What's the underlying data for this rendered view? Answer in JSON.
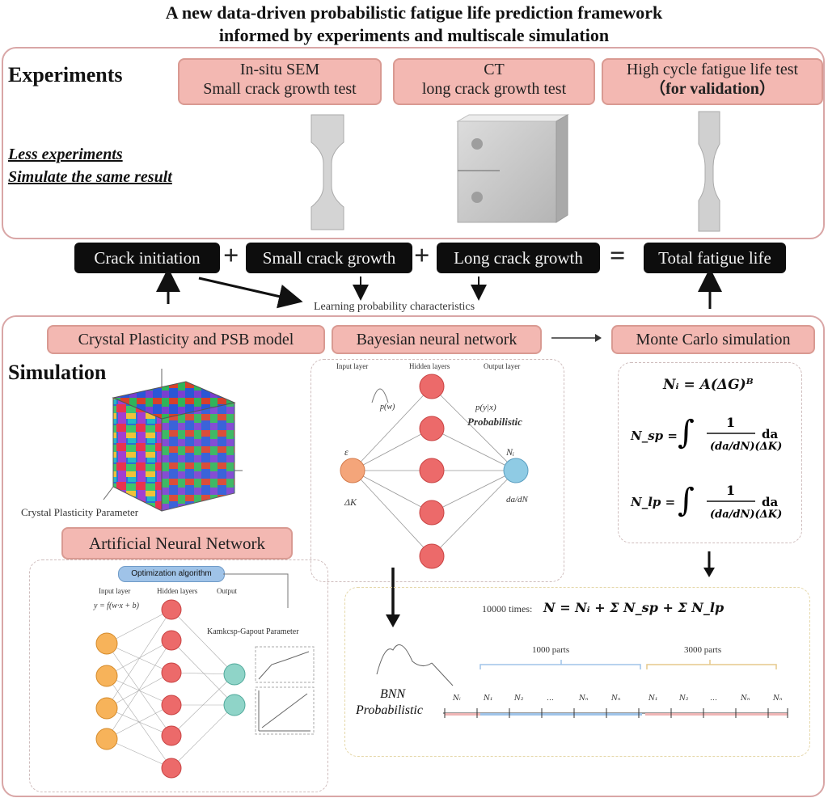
{
  "title_line1": "A new data-driven probabilistic fatigue life prediction framework",
  "title_line2": "informed by experiments and multiscale simulation",
  "experiments": {
    "label": "Experiments",
    "note_line1": "Less experiments",
    "note_line2": "Simulate the same result",
    "test1_line1": "In-situ SEM",
    "test1_line2": "Small crack growth test",
    "test2_line1": "CT",
    "test2_line2": "long crack growth test",
    "test3_line1": "High cycle fatigue life test",
    "test3_line2": "（for validation）"
  },
  "pipeline": {
    "crack_initiation": "Crack initiation",
    "small_crack": "Small crack growth",
    "long_crack": "Long crack growth",
    "total": "Total fatigue life",
    "plus": "+",
    "equals": "=",
    "learning": "Learning probability characteristics"
  },
  "simulation": {
    "label": "Simulation",
    "cp_model": "Crystal Plasticity and PSB model",
    "bnn": "Bayesian neural network",
    "mc": "Monte Carlo simulation",
    "cp_param": "Crystal Plasticity Parameter",
    "ann": "Artificial Neural  Network"
  },
  "bnn_diagram": {
    "input_layer": "Input layer",
    "hidden_layers": "Hidden layers",
    "output_layer": "Output layer",
    "prior": "p(w)",
    "posterior": "p(y|x)",
    "probabilistic": "Probabilistic",
    "input_var1": "ε",
    "input_var2": "ΔK",
    "output_var1": "Nᵢ",
    "output_var2": "da/dN"
  },
  "ann_diagram": {
    "optimizer": "Optimization algorithm",
    "input_layer": "Input layer",
    "hidden_layers": "Hidden layers",
    "output": "Output",
    "equation": "y = f(w·x + b)",
    "output_param": "Kamkcsp-Gapout Parameter"
  },
  "mc_formulas": {
    "f1": "Nᵢ = A(ΔG)ᴮ",
    "f2_lhs": "N_sp =",
    "f3_lhs": "N_lp ="
  },
  "mc_result": {
    "times": "10000 times:",
    "equation": "N = Nᵢ + Σ N_sp + Σ N_lp",
    "parts1": "1000 parts",
    "parts2": "3000 parts",
    "bnn_label": "BNN",
    "prob_label": "Probabilistic"
  }
}
